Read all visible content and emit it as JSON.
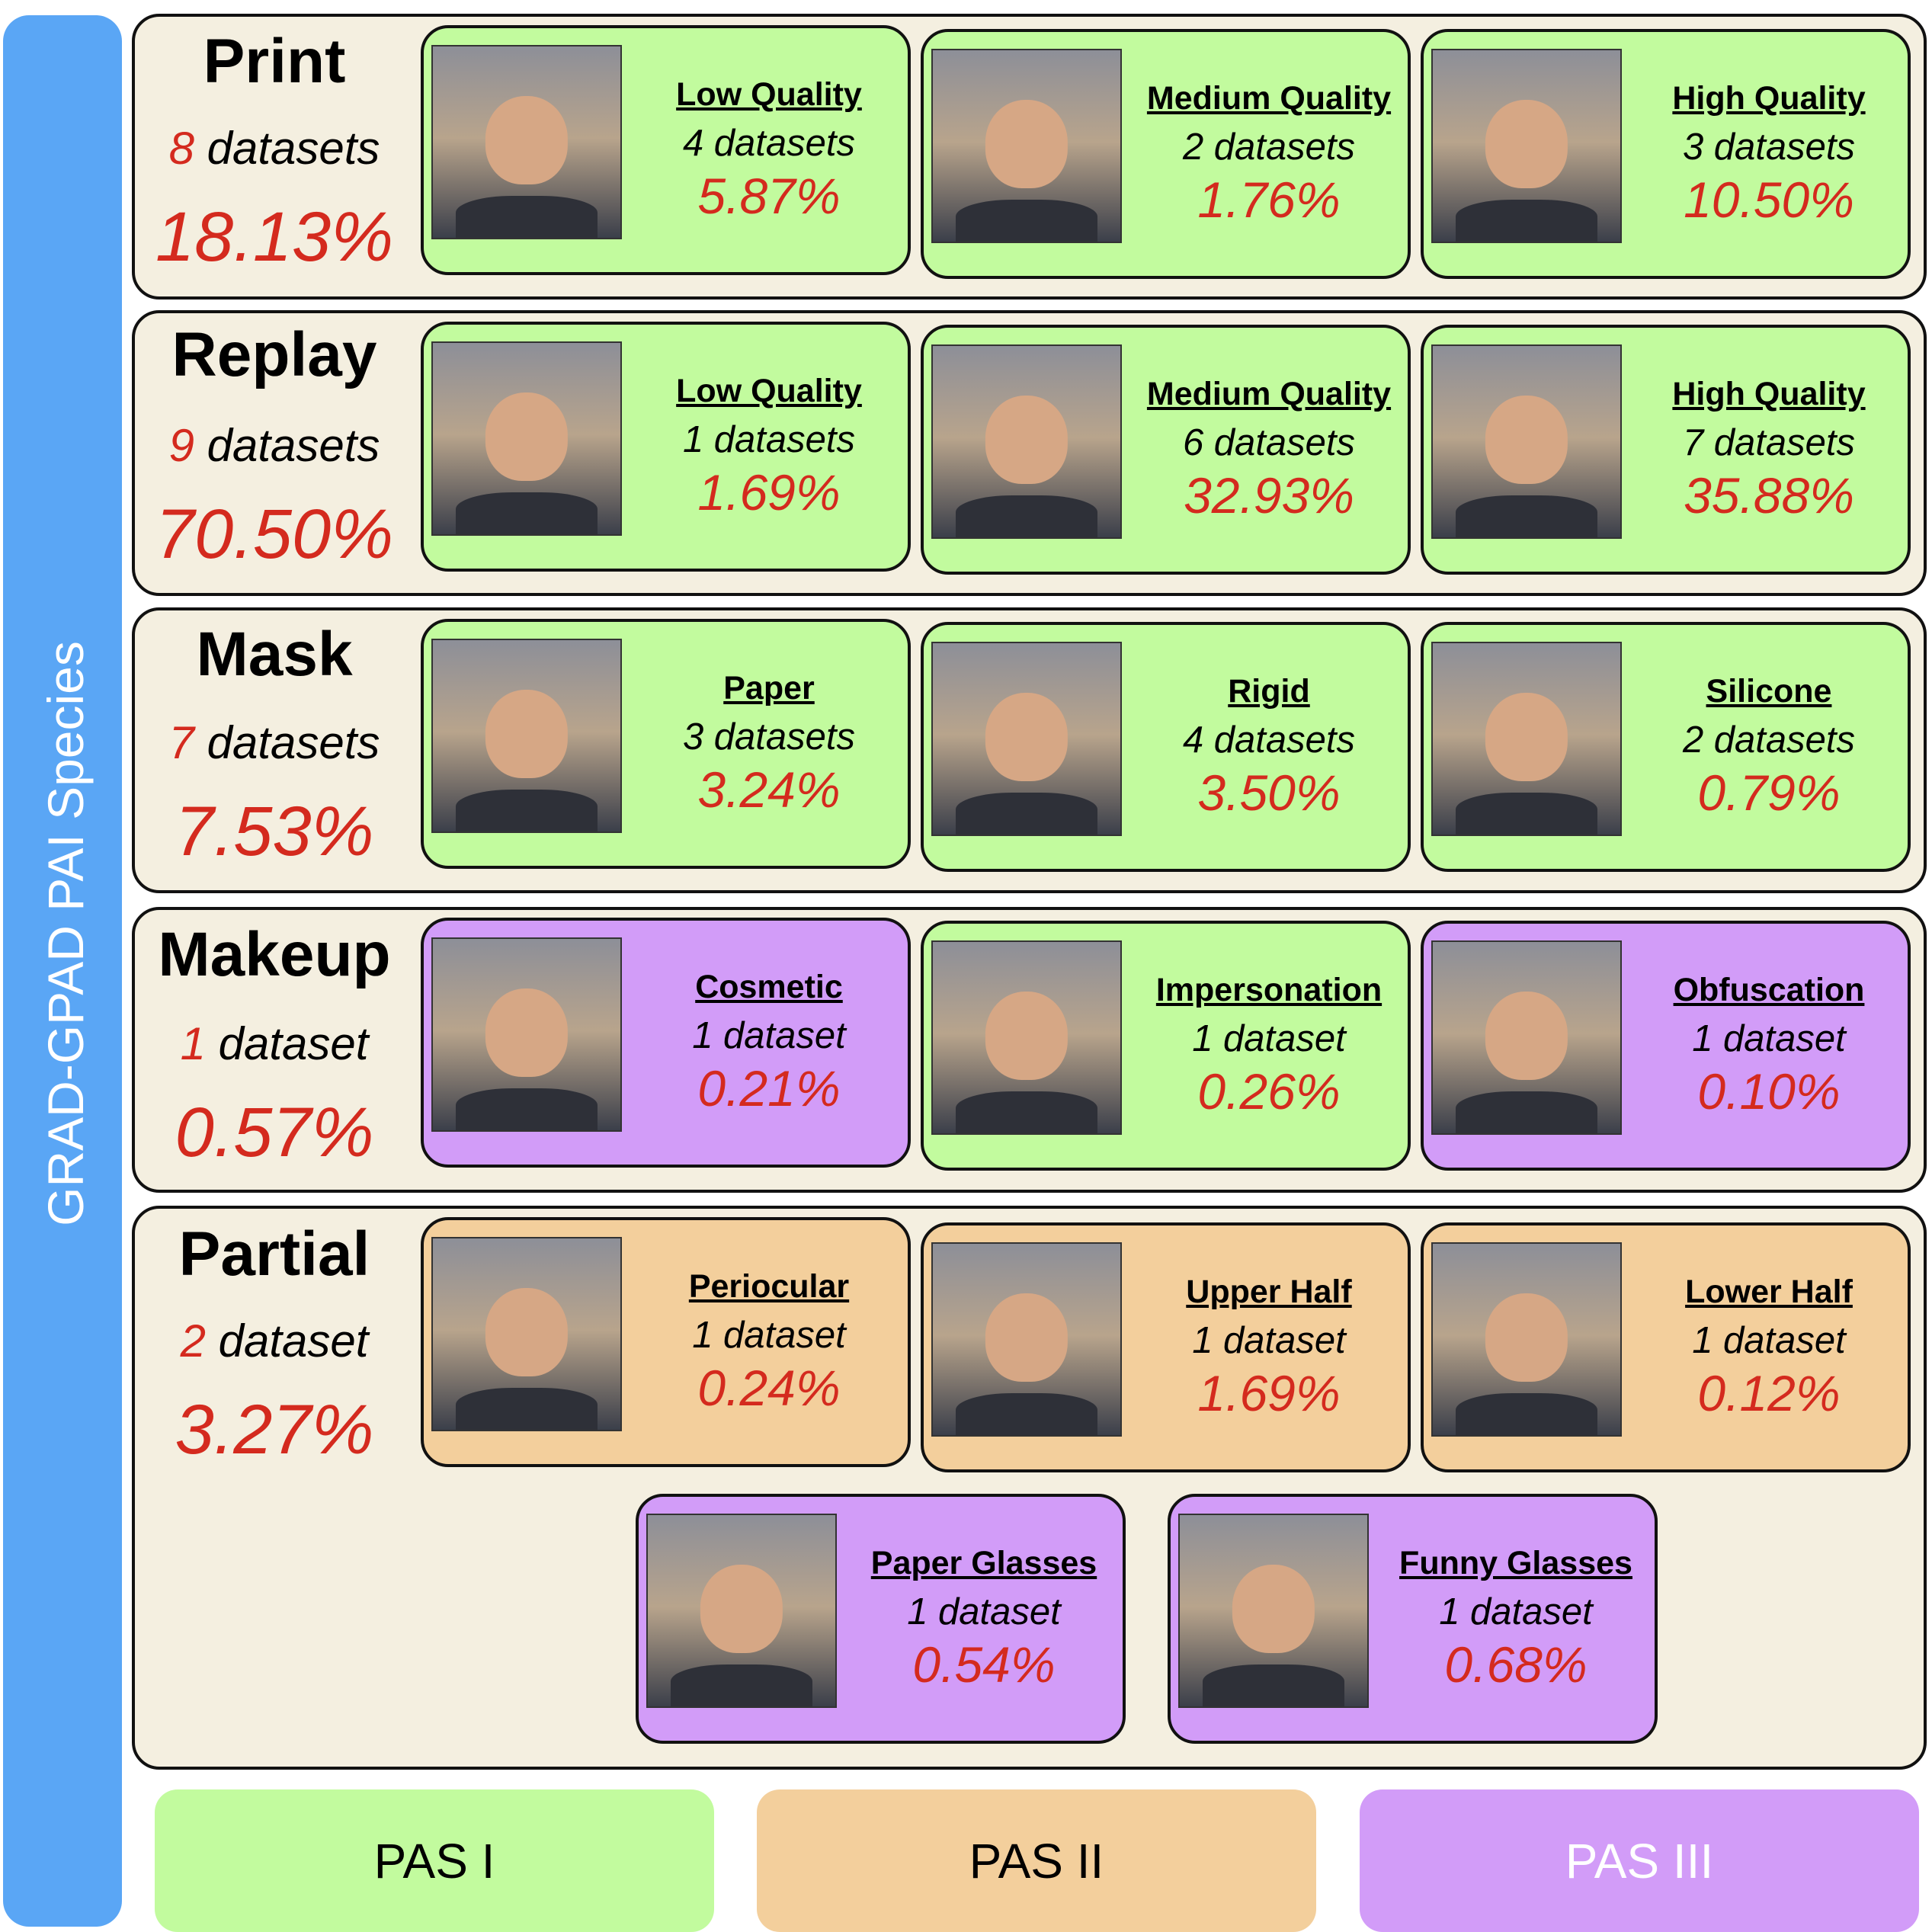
{
  "sidebar_title": "GRAD-GPAD PAI Species",
  "colors": {
    "pas1": "#c2fb9e",
    "pas2": "#f3cf9c",
    "pas3": "#d29cf8",
    "percent_red": "#d42a1e",
    "sidebar_blue": "#5aa6f5",
    "group_bg": "#f4efe0"
  },
  "groups": [
    {
      "title": "Print",
      "count_num": "8",
      "count_text": "datasets",
      "percent": "18.13%",
      "cards": [
        {
          "title": "Low Quality",
          "count": "4 datasets",
          "percent": "5.87%",
          "pas": "pas1"
        },
        {
          "title": "Medium Quality",
          "count": "2 datasets",
          "percent": "1.76%",
          "pas": "pas1"
        },
        {
          "title": "High Quality",
          "count": "3 datasets",
          "percent": "10.50%",
          "pas": "pas1"
        }
      ]
    },
    {
      "title": "Replay",
      "count_num": "9",
      "count_text": "datasets",
      "percent": "70.50%",
      "cards": [
        {
          "title": "Low Quality",
          "count": "1 datasets",
          "percent": "1.69%",
          "pas": "pas1"
        },
        {
          "title": "Medium Quality",
          "count": "6 datasets",
          "percent": "32.93%",
          "pas": "pas1"
        },
        {
          "title": "High Quality",
          "count": "7 datasets",
          "percent": "35.88%",
          "pas": "pas1"
        }
      ]
    },
    {
      "title": "Mask",
      "count_num": "7",
      "count_text": "datasets",
      "percent": "7.53%",
      "cards": [
        {
          "title": "Paper",
          "count": "3 datasets",
          "percent": "3.24%",
          "pas": "pas1"
        },
        {
          "title": "Rigid",
          "count": "4 datasets",
          "percent": "3.50%",
          "pas": "pas1"
        },
        {
          "title": "Silicone",
          "count": "2 datasets",
          "percent": "0.79%",
          "pas": "pas1"
        }
      ]
    },
    {
      "title": "Makeup",
      "count_num": "1",
      "count_text": "dataset",
      "percent": "0.57%",
      "cards": [
        {
          "title": "Cosmetic",
          "count": "1 dataset",
          "percent": "0.21%",
          "pas": "pas3"
        },
        {
          "title": "Impersonation",
          "count": "1 dataset",
          "percent": "0.26%",
          "pas": "pas1"
        },
        {
          "title": "Obfuscation",
          "count": "1 dataset",
          "percent": "0.10%",
          "pas": "pas3"
        }
      ]
    },
    {
      "title": "Partial",
      "count_num": "2",
      "count_text": "dataset",
      "percent": "3.27%",
      "cards": [
        {
          "title": "Periocular",
          "count": "1 dataset",
          "percent": "0.24%",
          "pas": "pas2"
        },
        {
          "title": "Upper Half",
          "count": "1 dataset",
          "percent": "1.69%",
          "pas": "pas2"
        },
        {
          "title": "Lower Half",
          "count": "1 dataset",
          "percent": "0.12%",
          "pas": "pas2"
        },
        {
          "title": "Paper Glasses",
          "count": "1 dataset",
          "percent": "0.54%",
          "pas": "pas3"
        },
        {
          "title": "Funny Glasses",
          "count": "1 dataset",
          "percent": "0.68%",
          "pas": "pas3"
        }
      ]
    }
  ],
  "legend": [
    {
      "label": "PAS I",
      "pas": "pas1"
    },
    {
      "label": "PAS II",
      "pas": "pas2"
    },
    {
      "label": "PAS III",
      "pas": "pas3"
    }
  ]
}
